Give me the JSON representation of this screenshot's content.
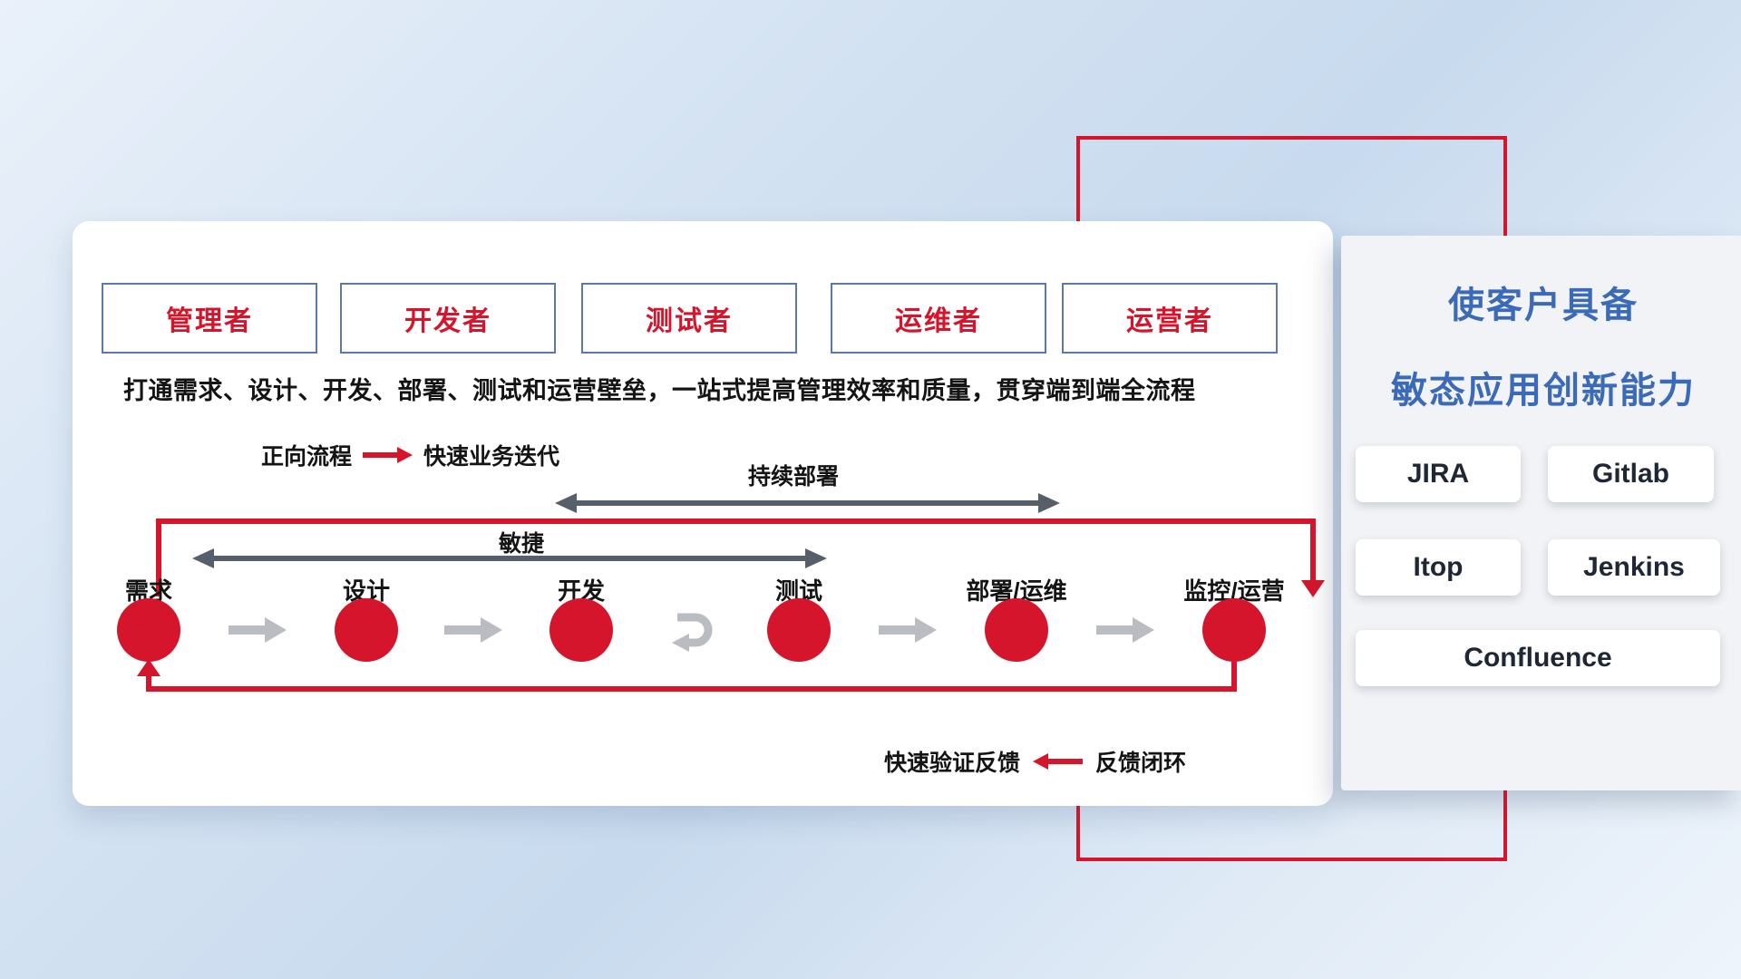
{
  "colors": {
    "accent_red": "#d5152b",
    "title_blue": "#3a6ab8",
    "span_arrow_gray": "#575f6b",
    "flow_arrow_gray": "#b9bcc1"
  },
  "roles": [
    "管理者",
    "开发者",
    "测试者",
    "运维者",
    "运营者"
  ],
  "description": "打通需求、设计、开发、部署、测试和运营壁垒，一站式提高管理效率和质量，贯穿端到端全流程",
  "legend": {
    "forward_label": "正向流程",
    "forward_desc": "快速业务迭代",
    "feedback_desc": "快速验证反馈",
    "feedback_label": "反馈闭环"
  },
  "spans": {
    "continuous_deployment": "持续部署",
    "agile": "敏捷"
  },
  "stages": [
    "需求",
    "设计",
    "开发",
    "测试",
    "部署/运维",
    "监控/运营"
  ],
  "right_card": {
    "title_line1": "使客户具备",
    "title_line2": "敏态应用创新能力",
    "tools": [
      "JIRA",
      "Gitlab",
      "Itop",
      "Jenkins",
      "Confluence"
    ]
  }
}
